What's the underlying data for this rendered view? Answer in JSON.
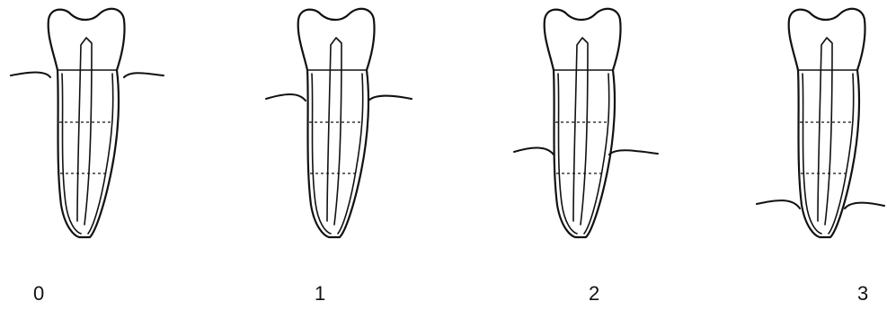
{
  "stages": [
    {
      "label": "0"
    },
    {
      "label": "1"
    },
    {
      "label": "2"
    },
    {
      "label": "3"
    }
  ]
}
